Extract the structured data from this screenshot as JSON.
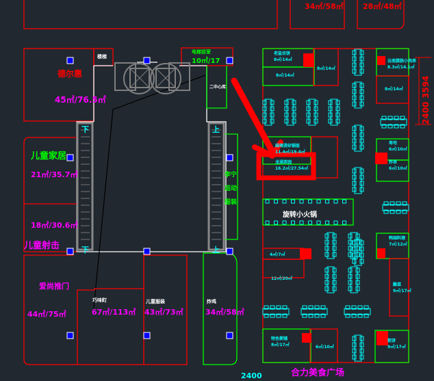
{
  "plan_title": "合力美食广场",
  "dimensions": {
    "bottom": "2400",
    "right_a": "2400",
    "right_b": "3594"
  },
  "top_units": [
    {
      "area": "34㎡/58㎡"
    },
    {
      "area": "28㎡/48㎡"
    }
  ],
  "left_units": [
    {
      "name": "德尔惠",
      "area": "45㎡/76.5㎡"
    },
    {
      "name": "儿童家居",
      "area": "21㎡/35.7㎡"
    },
    {
      "name": "儿童射击",
      "area": "18㎡/30.6㎡"
    }
  ],
  "core": {
    "stair_label": "楼梯",
    "lobby_label": "电梯前室",
    "lobby_area": "10㎡/17",
    "storage_label": "二中心库",
    "escalator_down": "下",
    "escalator_up": "上",
    "side_shop": [
      "李宁",
      "运动",
      "服装"
    ]
  },
  "bottom_units": [
    {
      "name": "爱尚推门",
      "area": "44㎡/75㎡"
    },
    {
      "name": "巧味町",
      "area": "67㎡/113㎡"
    },
    {
      "name": "儿童服装",
      "area": "43㎡/73㎡"
    },
    {
      "name": "炸鸡",
      "area": "34㎡/58㎡"
    }
  ],
  "food_court": {
    "stalls": [
      {
        "name": "老盐坊饼",
        "area": "8㎡/14㎡"
      },
      {
        "area": "8㎡/14㎡"
      },
      {
        "area": "8㎡/14㎡"
      },
      {
        "name": "云南腊肠小肉串",
        "area": "8.3㎡/14.1㎡"
      },
      {
        "area": "8㎡/14㎡"
      },
      {
        "name": "麻辣烫砂锅饭",
        "area": "11.4㎡/19.4㎡"
      },
      {
        "name": "龙湖茶园",
        "area": "16.2㎡/27.54㎡"
      },
      {
        "name": "寿司",
        "area": "6㎡/10㎡"
      },
      {
        "name": "炸串",
        "area": "6㎡/10㎡"
      },
      {
        "name": "韩国料理",
        "area": "7㎡/12㎡"
      },
      {
        "area": "4㎡/7㎡"
      },
      {
        "area": "12㎡/20㎡"
      },
      {
        "name": "酸菜",
        "area": "9㎡/17㎡"
      },
      {
        "name": "特色粥铺",
        "area": "8㎡/17㎡"
      },
      {
        "area": "6㎡/10㎡"
      },
      {
        "name": "煎饼",
        "area": "9㎡/17㎡"
      }
    ],
    "hotpot": "旋转小火锅"
  },
  "colors": {
    "wall_red": "#ff0000",
    "wall_green": "#00ff00",
    "text_magenta": "#ff00ff",
    "text_cyan": "#00ffff",
    "column_blue": "#0000ff"
  }
}
